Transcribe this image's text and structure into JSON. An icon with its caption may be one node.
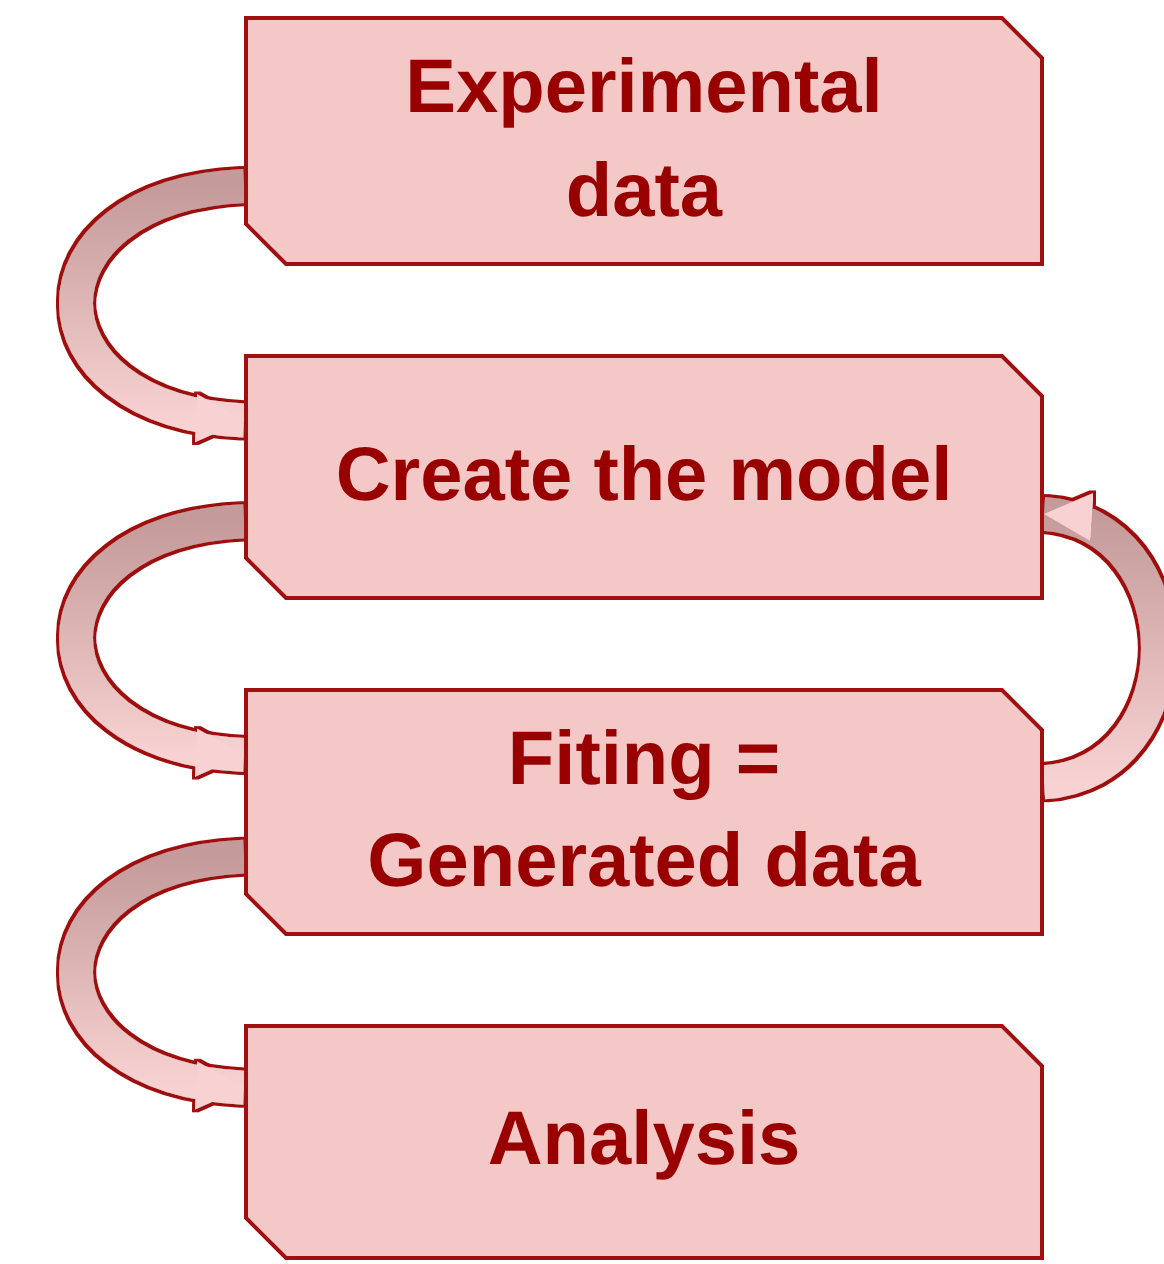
{
  "diagram": {
    "nodes": [
      {
        "text": [
          "Experimental data"
        ]
      },
      {
        "text": [
          "Create the model"
        ]
      },
      {
        "text": [
          "Fiting = Generated data"
        ]
      },
      {
        "text": [
          "Analysis"
        ]
      }
    ],
    "edges": [
      {
        "from": 0,
        "to": 1,
        "arrow": "to"
      },
      {
        "from": 1,
        "to": 2,
        "arrow": "to"
      },
      {
        "from": 2,
        "to": 3,
        "arrow": "to"
      },
      {
        "from": 2,
        "to": 1,
        "arrow": "to"
      }
    ]
  }
}
